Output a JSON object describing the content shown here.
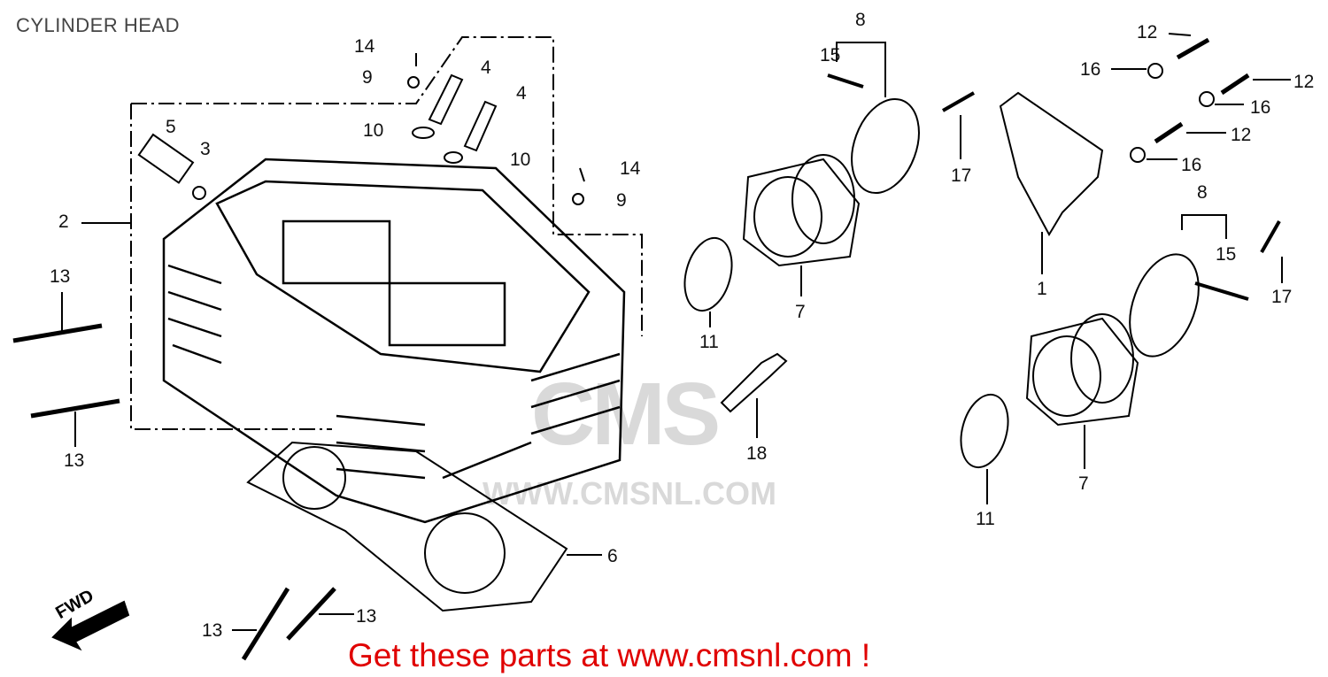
{
  "title": "CYLINDER HEAD",
  "footer": "Get these parts at www.cmsnl.com !",
  "watermark": {
    "brand": "CMS",
    "url": "WWW.CMSNL.COM"
  },
  "fwd_label": "FWD",
  "colors": {
    "footer": "#e00000",
    "watermark": "#d9d9d9",
    "line": "#000000"
  },
  "callouts": [
    "14",
    "9",
    "4",
    "4",
    "10",
    "10",
    "5",
    "3",
    "2",
    "13",
    "13",
    "14",
    "9",
    "8",
    "15",
    "17",
    "7",
    "11",
    "18",
    "6",
    "13",
    "13",
    "12",
    "16",
    "12",
    "16",
    "12",
    "16",
    "1",
    "8",
    "15",
    "17",
    "7",
    "11"
  ]
}
